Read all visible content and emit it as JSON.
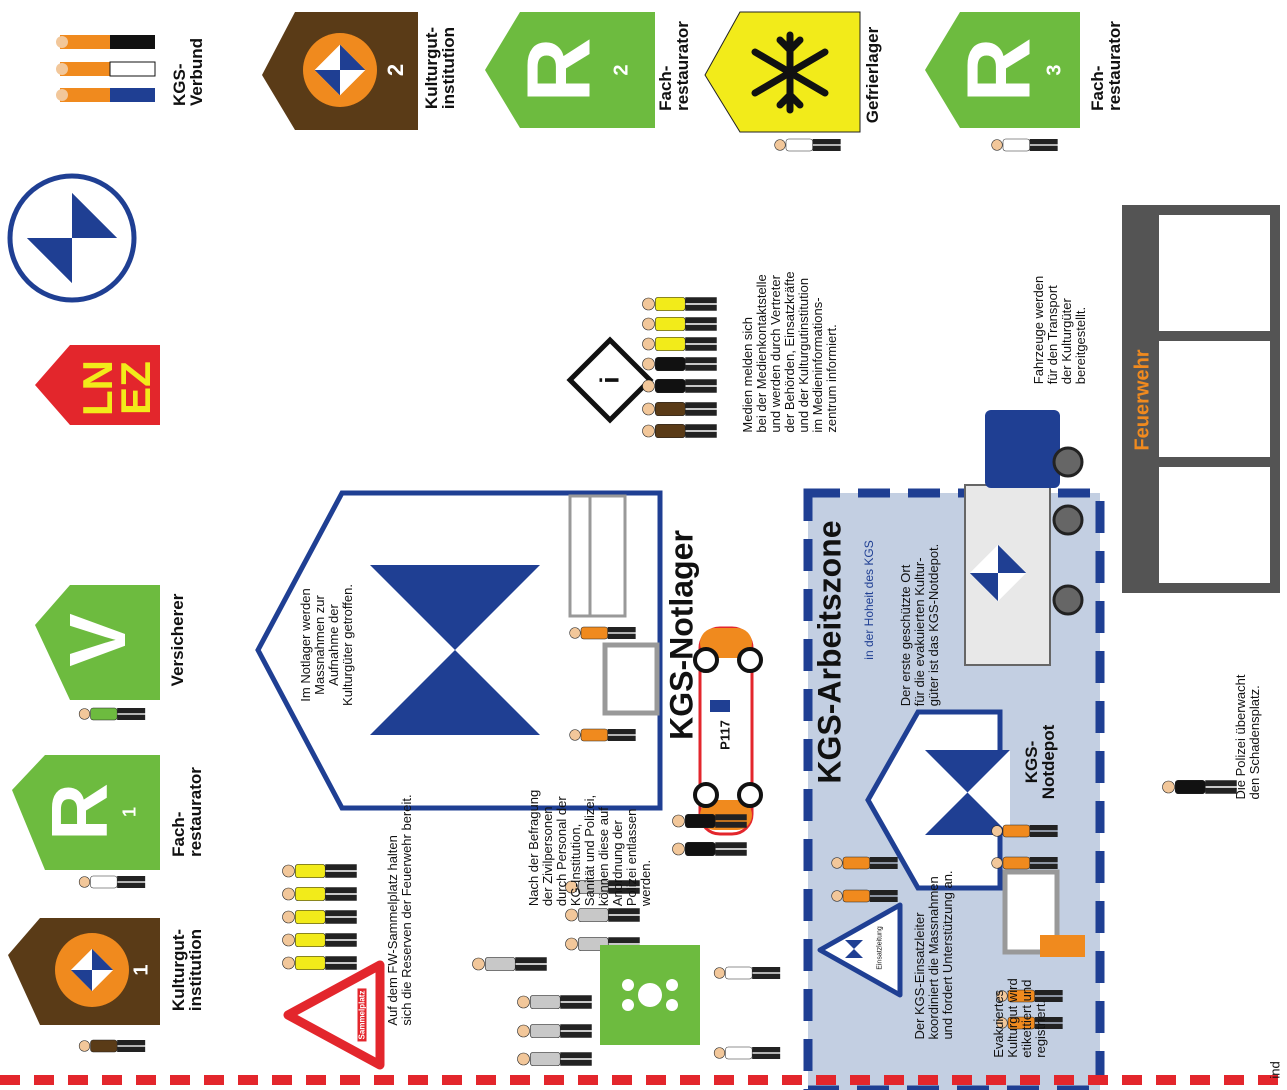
{
  "institutions": {
    "kulturgut_1": {
      "title": "Kulturgut-\ninstitution",
      "number": "1"
    },
    "kulturgut_2": {
      "title": "Kulturgut-\ninstitution",
      "number": "2"
    },
    "fachrestaurator_1": {
      "letter": "R",
      "number": "1",
      "title": "Fach-\nrestaurator"
    },
    "fachrestaurator_2": {
      "letter": "R",
      "number": "2",
      "title": "Fach-\nrestaurator"
    },
    "fachrestaurator_3": {
      "letter": "R",
      "number": "3",
      "title": "Fach-\nrestaurator"
    },
    "versicherer": {
      "letter": "V",
      "title": "Versicherer"
    },
    "gefrierlager": {
      "title": "Gefrierlager"
    },
    "kgs_verbund": {
      "title": "KGS-\nVerbund"
    },
    "lnez": {
      "line1": "LN",
      "line2": "EZ"
    }
  },
  "sammelplatz": {
    "sign": "Sammelplatz",
    "text": "Auf dem FW-Sammelplatz halten\nsich die Reserven der Feuerwehr bereit."
  },
  "notlager": {
    "title": "KGS-Notlager",
    "text": "Im Notlager werden\nMassnahmen zur\nAufnahme der\nKulturgüter getroffen."
  },
  "befragung": {
    "text": "Nach der Befragung\nder Zivilpersonen\ndurch Personal der\nKG-Institution,\nSanität und Polizei,\nkönnen diese auf\nAnordnung der\nPolizei entlassen\nwerden."
  },
  "police_car": {
    "label": "P117"
  },
  "arbeitszone": {
    "title": "KGS-Arbeitszone",
    "subtitle": "in der Hoheit des KGS",
    "einsatzleitung_sign": "Einsatzleitung",
    "einsatzleiter_text": "Der KGS-Einsatzleiter\nkoordiniert die Massnahmen\nund fordert Unterstützung an.",
    "etikettiert_text": "Evakuiertes\nKulturgut wird\netikettiert und\nregistriert.",
    "notdepot_title": "KGS-\nNotdepot",
    "notdepot_text": "Der erste geschützte Ort\nfür die evakuierten Kultur-\ngüter ist das KGS-Notdepot."
  },
  "medien": {
    "icon": "i",
    "text": "Medien melden sich\nbei der Medienkontaktstelle\nund werden durch Vertreter\nder Behörden, Einsatzkräfte\nund der Kulturgutinstitution\nim Medieninformations-\nzentrum informiert."
  },
  "fahrzeuge": {
    "text": "Fahrzeuge werden\nfür den Transport\nder Kulturgüter\nbereitgestellt."
  },
  "feuerwehr": {
    "label": "Feuerwehr"
  },
  "polizei": {
    "text": "Die Polizei überwacht\nden Schadensplatz."
  },
  "edge_fragment": {
    "text": "ind"
  },
  "colors": {
    "brown": "#5a3b17",
    "orange": "#f08a1e",
    "green": "#6dbb3f",
    "kgs_blue": "#1f3f93",
    "zone_blue": "#c3cfe2",
    "yellow": "#f2eb1a",
    "red": "#e3262c",
    "dark_gray": "#545454"
  }
}
